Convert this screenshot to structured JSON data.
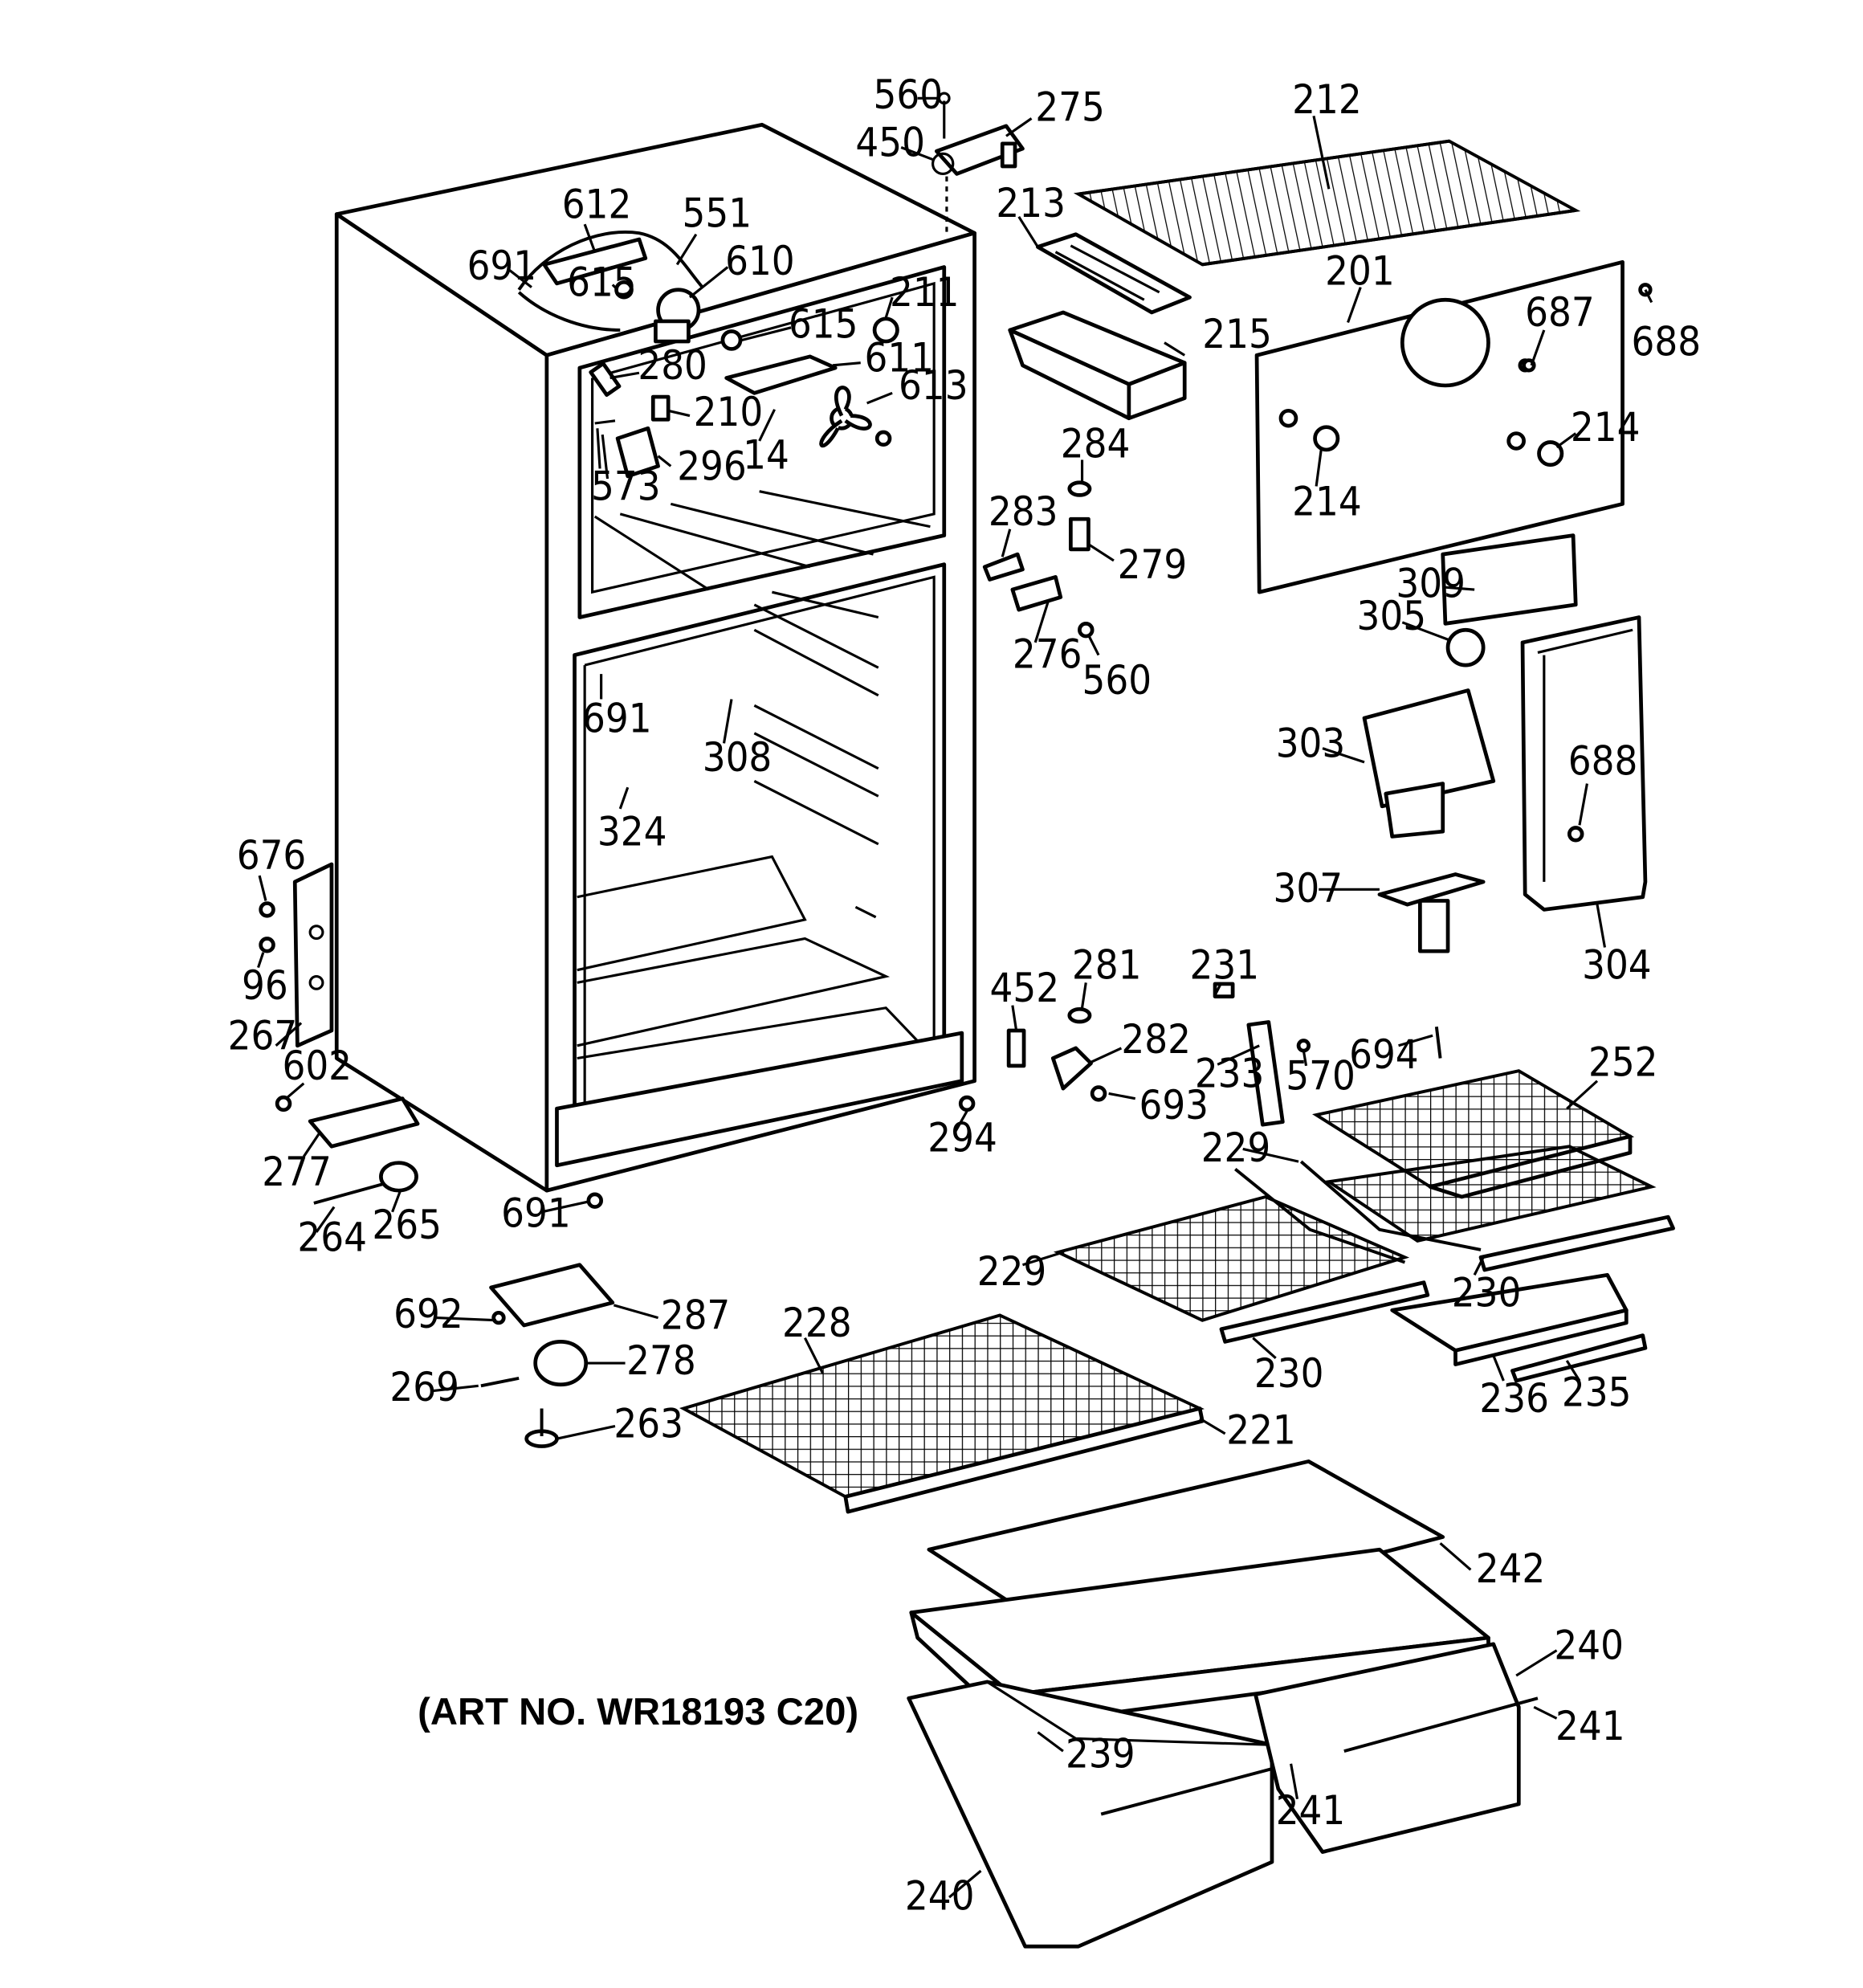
{
  "art_number": "(ART NO. WR18193 C20)",
  "callouts": [
    {
      "id": "c560a",
      "text": "560"
    },
    {
      "id": "c275",
      "text": "275"
    },
    {
      "id": "c450",
      "text": "450"
    },
    {
      "id": "c212",
      "text": "212"
    },
    {
      "id": "c213",
      "text": "213"
    },
    {
      "id": "c201",
      "text": "201"
    },
    {
      "id": "c688a",
      "text": "688"
    },
    {
      "id": "c612",
      "text": "612"
    },
    {
      "id": "c551",
      "text": "551"
    },
    {
      "id": "c691a",
      "text": "691"
    },
    {
      "id": "c615a",
      "text": "615"
    },
    {
      "id": "c610",
      "text": "610"
    },
    {
      "id": "c211",
      "text": "211"
    },
    {
      "id": "c615b",
      "text": "615"
    },
    {
      "id": "c215",
      "text": "215"
    },
    {
      "id": "c687",
      "text": "687"
    },
    {
      "id": "c280",
      "text": "280"
    },
    {
      "id": "c611",
      "text": "611"
    },
    {
      "id": "c613",
      "text": "613"
    },
    {
      "id": "c210",
      "text": "210"
    },
    {
      "id": "c14",
      "text": "14"
    },
    {
      "id": "c573",
      "text": "573"
    },
    {
      "id": "c296",
      "text": "296"
    },
    {
      "id": "c284",
      "text": "284"
    },
    {
      "id": "c214a",
      "text": "214"
    },
    {
      "id": "c214b",
      "text": "214"
    },
    {
      "id": "c283",
      "text": "283"
    },
    {
      "id": "c279",
      "text": "279"
    },
    {
      "id": "c309",
      "text": "309"
    },
    {
      "id": "c305",
      "text": "305"
    },
    {
      "id": "c276",
      "text": "276"
    },
    {
      "id": "c560b",
      "text": "560"
    },
    {
      "id": "c691b",
      "text": "691"
    },
    {
      "id": "c308",
      "text": "308"
    },
    {
      "id": "c303",
      "text": "303"
    },
    {
      "id": "c688b",
      "text": "688"
    },
    {
      "id": "c324",
      "text": "324"
    },
    {
      "id": "c676",
      "text": "676"
    },
    {
      "id": "c307",
      "text": "307"
    },
    {
      "id": "c96",
      "text": "96"
    },
    {
      "id": "c304",
      "text": "304"
    },
    {
      "id": "c452",
      "text": "452"
    },
    {
      "id": "c281",
      "text": "281"
    },
    {
      "id": "c231",
      "text": "231"
    },
    {
      "id": "c267",
      "text": "267"
    },
    {
      "id": "c282",
      "text": "282"
    },
    {
      "id": "c233",
      "text": "233"
    },
    {
      "id": "c570",
      "text": "570"
    },
    {
      "id": "c694",
      "text": "694"
    },
    {
      "id": "c252",
      "text": "252"
    },
    {
      "id": "c602",
      "text": "602"
    },
    {
      "id": "c693",
      "text": "693"
    },
    {
      "id": "c294",
      "text": "294"
    },
    {
      "id": "c277",
      "text": "277"
    },
    {
      "id": "c229a",
      "text": "229"
    },
    {
      "id": "c691c",
      "text": "691"
    },
    {
      "id": "c264",
      "text": "264"
    },
    {
      "id": "c265",
      "text": "265"
    },
    {
      "id": "c229b",
      "text": "229"
    },
    {
      "id": "c230a",
      "text": "230"
    },
    {
      "id": "c692",
      "text": "692"
    },
    {
      "id": "c287",
      "text": "287"
    },
    {
      "id": "c228",
      "text": "228"
    },
    {
      "id": "c230b",
      "text": "230"
    },
    {
      "id": "c278",
      "text": "278"
    },
    {
      "id": "c269",
      "text": "269"
    },
    {
      "id": "c236",
      "text": "236"
    },
    {
      "id": "c235",
      "text": "235"
    },
    {
      "id": "c263",
      "text": "263"
    },
    {
      "id": "c221",
      "text": "221"
    },
    {
      "id": "c242",
      "text": "242"
    },
    {
      "id": "c240a",
      "text": "240"
    },
    {
      "id": "c241a",
      "text": "241"
    },
    {
      "id": "c239",
      "text": "239"
    },
    {
      "id": "c241b",
      "text": "241"
    },
    {
      "id": "c240b",
      "text": "240"
    }
  ]
}
